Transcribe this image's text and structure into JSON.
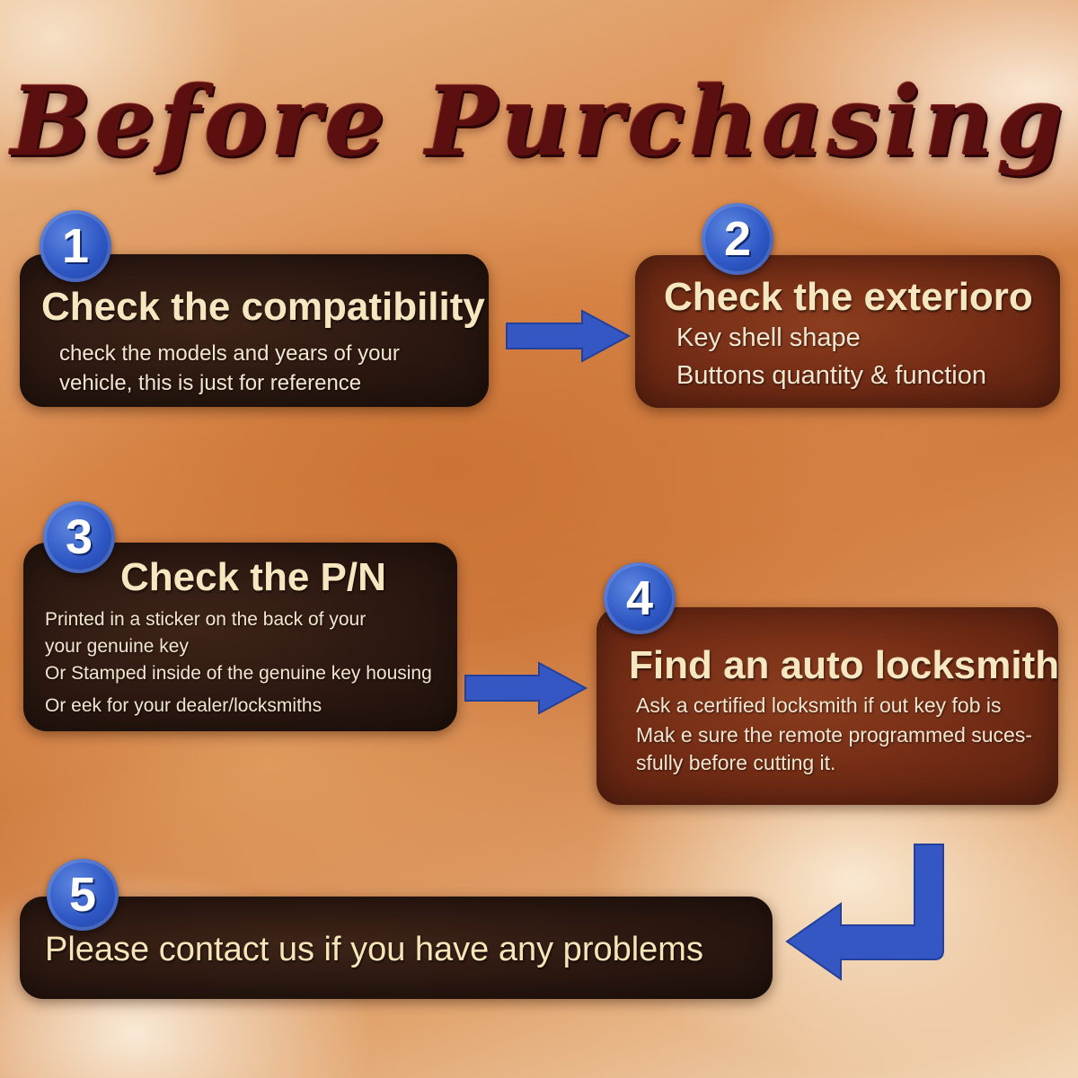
{
  "title": "Before Purchasing",
  "colors": {
    "badge_blue": "#2e57c4",
    "arrow_blue": "#3557c4",
    "heading_cream": "#f7e7c0",
    "title_maroon": "#5b0f0f"
  },
  "steps": [
    {
      "number": "1",
      "heading": "Check the compatibility",
      "lines": [
        "check the models and years of your",
        "vehicle, this is just for reference"
      ]
    },
    {
      "number": "2",
      "heading": "Check the exterioro",
      "lines": [
        "Key shell shape",
        "Buttons quantity & function"
      ]
    },
    {
      "number": "3",
      "heading": "Check the P/N",
      "lines": [
        "Printed in a sticker on the back of your",
        "your genuine key",
        "Or Stamped inside of the genuine key housing",
        "Or eek for your dealer/locksmiths"
      ]
    },
    {
      "number": "4",
      "heading": "Find an auto locksmith",
      "lines": [
        "Ask a certified locksmith if out key fob is",
        "Mak e sure the remote programmed suces-",
        "sfully before cutting it."
      ]
    },
    {
      "number": "5",
      "heading": "Please contact us if you have any problems",
      "lines": []
    }
  ],
  "arrows": [
    {
      "from": "1",
      "to": "2",
      "icon": "right-arrow-icon"
    },
    {
      "from": "3",
      "to": "4",
      "icon": "right-arrow-icon"
    },
    {
      "from": "4",
      "to": "5",
      "icon": "return-arrow-icon"
    }
  ]
}
